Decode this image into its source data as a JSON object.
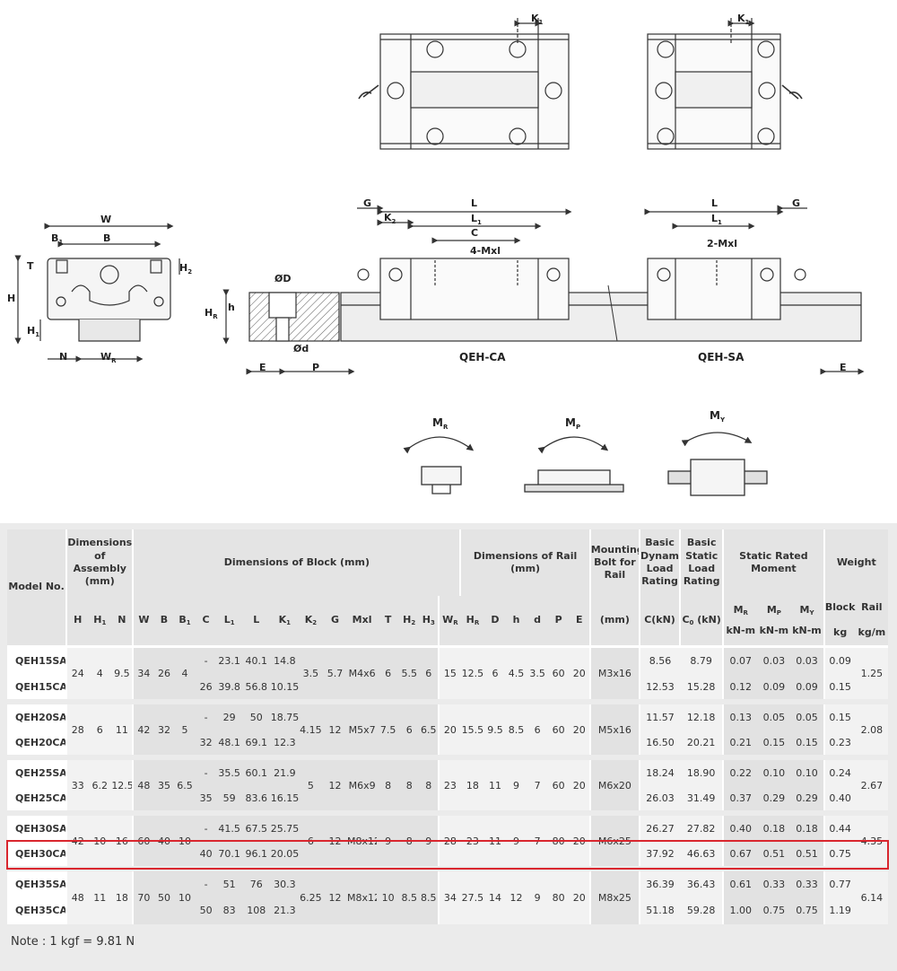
{
  "drawing": {
    "labels": {
      "K1": "K",
      "W": "W",
      "B": "B",
      "B1": "B",
      "T": "T",
      "H": "H",
      "H1": "H",
      "H2": "H",
      "N": "N",
      "WR": "W",
      "OD": "ØD",
      "Od": "Ød",
      "h": "h",
      "HR": "H",
      "E": "E",
      "P": "P",
      "G": "G",
      "L": "L",
      "L1": "L",
      "K2": "K",
      "C": "C",
      "four_mxl": "4-Mxl",
      "two_mxl": "2-Mxl",
      "qeh_ca": "QEH-CA",
      "qeh_sa": "QEH-SA",
      "MR": "M",
      "MP": "M",
      "MY": "M"
    },
    "subs": {
      "one": "1",
      "two": "2",
      "R": "R",
      "P": "P",
      "Y": "Y"
    }
  },
  "table": {
    "header": {
      "model": "Model No.",
      "assembly": "Dimensions of Assembly (mm)",
      "block": "Dimensions of Block (mm)",
      "rail": "Dimensions of Rail (mm)",
      "bolt": "Mounting Bolt for Rail",
      "dyn": "Basic Dynamic Load Rating",
      "stat": "Basic Static Load Rating",
      "moment": "Static Rated Moment",
      "weight": "Weight",
      "block_w": "Block",
      "rail_w": "Rail",
      "units": {
        "mm": "(mm)",
        "ckn": "C(kN)",
        "c0kn": "(kN)",
        "knm": "kN-m",
        "kg": "kg",
        "kgm": "kg/m"
      }
    },
    "rows": [
      {
        "model": "QEH15SA",
        "C": "-",
        "L1": "23.1",
        "L": "40.1",
        "K1": "14.8",
        "CkN": "8.56",
        "C0kN": "8.79",
        "MR": "0.07",
        "MP": "0.03",
        "MY": "0.03",
        "block": "0.09"
      },
      {
        "model": "QEH15CA",
        "C": "26",
        "L1": "39.8",
        "L": "56.8",
        "K1": "10.15",
        "CkN": "12.53",
        "C0kN": "15.28",
        "MR": "0.12",
        "MP": "0.09",
        "MY": "0.09",
        "block": "0.15"
      },
      {
        "model": "QEH20SA",
        "C": "-",
        "L1": "29",
        "L": "50",
        "K1": "18.75",
        "CkN": "11.57",
        "C0kN": "12.18",
        "MR": "0.13",
        "MP": "0.05",
        "MY": "0.05",
        "block": "0.15"
      },
      {
        "model": "QEH20CA",
        "C": "32",
        "L1": "48.1",
        "L": "69.1",
        "K1": "12.3",
        "CkN": "16.50",
        "C0kN": "20.21",
        "MR": "0.21",
        "MP": "0.15",
        "MY": "0.15",
        "block": "0.23"
      },
      {
        "model": "QEH25SA",
        "C": "-",
        "L1": "35.5",
        "L": "60.1",
        "K1": "21.9",
        "CkN": "18.24",
        "C0kN": "18.90",
        "MR": "0.22",
        "MP": "0.10",
        "MY": "0.10",
        "block": "0.24"
      },
      {
        "model": "QEH25CA",
        "C": "35",
        "L1": "59",
        "L": "83.6",
        "K1": "16.15",
        "CkN": "26.03",
        "C0kN": "31.49",
        "MR": "0.37",
        "MP": "0.29",
        "MY": "0.29",
        "block": "0.40"
      },
      {
        "model": "QEH30SA",
        "C": "-",
        "L1": "41.5",
        "L": "67.5",
        "K1": "25.75",
        "CkN": "26.27",
        "C0kN": "27.82",
        "MR": "0.40",
        "MP": "0.18",
        "MY": "0.18",
        "block": "0.44"
      },
      {
        "model": "QEH30CA",
        "C": "40",
        "L1": "70.1",
        "L": "96.1",
        "K1": "20.05",
        "CkN": "37.92",
        "C0kN": "46.63",
        "MR": "0.67",
        "MP": "0.51",
        "MY": "0.51",
        "block": "0.75"
      },
      {
        "model": "QEH35SA",
        "C": "-",
        "L1": "51",
        "L": "76",
        "K1": "30.3",
        "CkN": "36.39",
        "C0kN": "36.43",
        "MR": "0.61",
        "MP": "0.33",
        "MY": "0.33",
        "block": "0.77"
      },
      {
        "model": "QEH35CA",
        "C": "50",
        "L1": "83",
        "L": "108",
        "K1": "21.3",
        "CkN": "51.18",
        "C0kN": "59.28",
        "MR": "1.00",
        "MP": "0.75",
        "MY": "0.75",
        "block": "1.19"
      }
    ],
    "groups": [
      {
        "H": "24",
        "H1": "4",
        "N": "9.5",
        "W": "34",
        "B": "26",
        "B1": "4",
        "K2": "3.5",
        "G": "5.7",
        "Mxl": "M4x6",
        "T": "6",
        "H2": "5.5",
        "H3": "6",
        "WR": "15",
        "HR": "12.5",
        "D": "6",
        "h": "4.5",
        "d": "3.5",
        "P": "60",
        "E": "20",
        "bolt": "M3x16",
        "rail": "1.25"
      },
      {
        "H": "28",
        "H1": "6",
        "N": "11",
        "W": "42",
        "B": "32",
        "B1": "5",
        "K2": "4.15",
        "G": "12",
        "Mxl": "M5x7",
        "T": "7.5",
        "H2": "6",
        "H3": "6.5",
        "WR": "20",
        "HR": "15.5",
        "D": "9.5",
        "h": "8.5",
        "d": "6",
        "P": "60",
        "E": "20",
        "bolt": "M5x16",
        "rail": "2.08"
      },
      {
        "H": "33",
        "H1": "6.2",
        "N": "12.5",
        "W": "48",
        "B": "35",
        "B1": "6.5",
        "K2": "5",
        "G": "12",
        "Mxl": "M6x9",
        "T": "8",
        "H2": "8",
        "H3": "8",
        "WR": "23",
        "HR": "18",
        "D": "11",
        "h": "9",
        "d": "7",
        "P": "60",
        "E": "20",
        "bolt": "M6x20",
        "rail": "2.67"
      },
      {
        "H": "42",
        "H1": "10",
        "N": "16",
        "W": "60",
        "B": "40",
        "B1": "10",
        "K2": "6",
        "G": "12",
        "Mxl": "M8x12",
        "T": "9",
        "H2": "8",
        "H3": "9",
        "WR": "28",
        "HR": "23",
        "D": "11",
        "h": "9",
        "d": "7",
        "P": "80",
        "E": "20",
        "bolt": "M6x25",
        "rail": "4.35"
      },
      {
        "H": "48",
        "H1": "11",
        "N": "18",
        "W": "70",
        "B": "50",
        "B1": "10",
        "K2": "6.25",
        "G": "12",
        "Mxl": "M8x12",
        "T": "10",
        "H2": "8.5",
        "H3": "8.5",
        "WR": "34",
        "HR": "27.5",
        "D": "14",
        "h": "12",
        "d": "9",
        "P": "80",
        "E": "20",
        "bolt": "M8x25",
        "rail": "6.14"
      }
    ],
    "highlight_color": "#d9262e"
  },
  "note": "Note : 1 kgf = 9.81 N"
}
